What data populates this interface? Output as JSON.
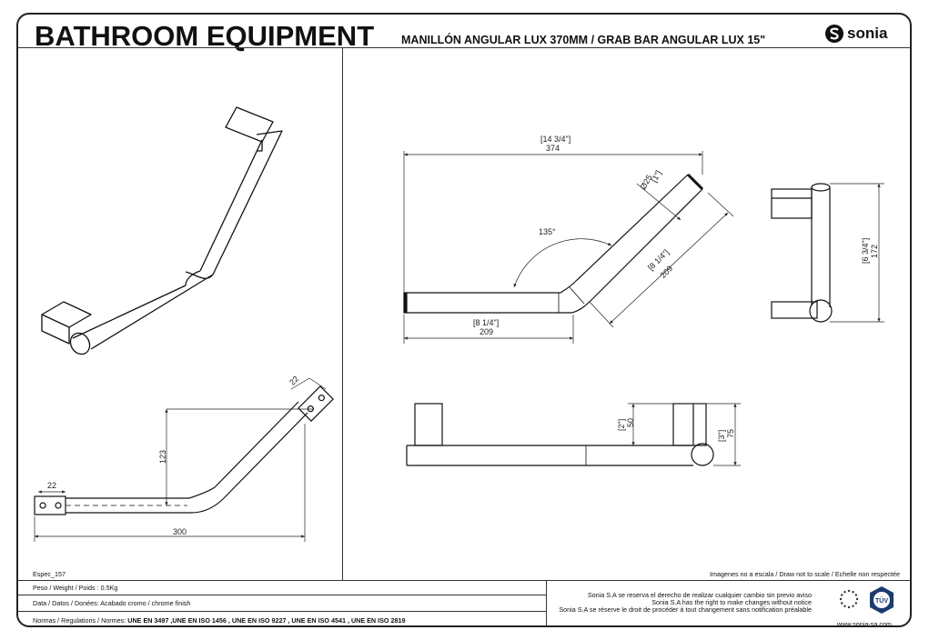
{
  "header": {
    "title": "BATHROOM EQUIPMENT",
    "subtitle": "MANILLÓN ANGULAR LUX 370MM / GRAB BAR ANGULAR LUX 15\"",
    "brand": "sonia"
  },
  "dimensions": {
    "side_22a": "22",
    "side_22b": "22",
    "side_123": "123",
    "side_300": "300",
    "top_inch_total": "[14 3/4\"]",
    "top_total": "374",
    "diam_inch": "[1\"]",
    "diam": "Ø25",
    "angle": "135°",
    "arm_inch": "[8 1/4\"]",
    "arm": "209",
    "base_inch": "[8 1/4\"]",
    "base": "209",
    "height_inch": "[6 3/4\"]",
    "height": "172",
    "proj_inch": "[2\"]",
    "proj": "50",
    "depth_inch": "[3\"]",
    "depth": "75"
  },
  "footer": {
    "code": "Espec_157",
    "scale_note": "Imagenes no a escala / Draw not to scale / Echelle non respectée",
    "weight": "Peso / Weight / Poids : 0.5Kg",
    "finish": "Data / Datos / Donées: Acabado cromo / chrome finish",
    "norms_label": "Normas / Regulations / Normes:",
    "norms_values": "UNE  EN 3497 ,UNE EN ISO 1456 , UNE EN ISO 9227 , UNE EN ISO 4541 , UNE EN ISO 2819",
    "legal_es": "Sonia S.A se reserva el derecho de realizar cualquier cambio sin previo aviso",
    "legal_en": "Sonia S.A has the right to make changes without notice",
    "legal_fr": "Sonia S.A se réserve le droit de procéder à tout changement sans notification préalable",
    "website": "www.sonia-sa.com",
    "tuv_label": "TÜV"
  }
}
